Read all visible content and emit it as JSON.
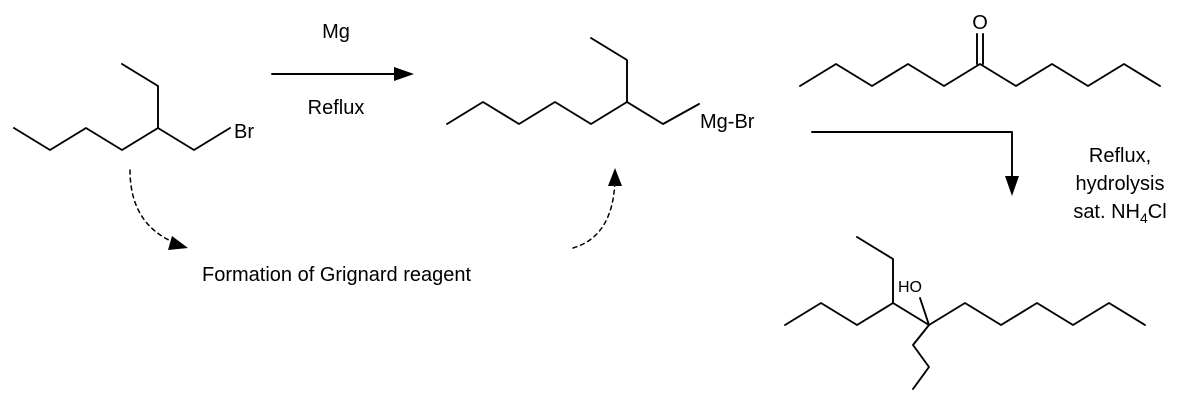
{
  "step1": {
    "reagent": "Mg",
    "condition": "Reflux"
  },
  "reactant": {
    "atom_label": "Br"
  },
  "grignard": {
    "atom_label_mg": "Mg",
    "bond": "-",
    "atom_label_br": "Br"
  },
  "ketone": {
    "atom_label": "O"
  },
  "step2": {
    "line1": "Reflux,",
    "line2": "hydrolysis",
    "line3_prefix": "sat. NH",
    "line3_sub": "4",
    "line3_suffix": "Cl"
  },
  "product": {
    "atom_label": "HO"
  },
  "annotation": {
    "text": "Formation of Grignard reagent"
  }
}
